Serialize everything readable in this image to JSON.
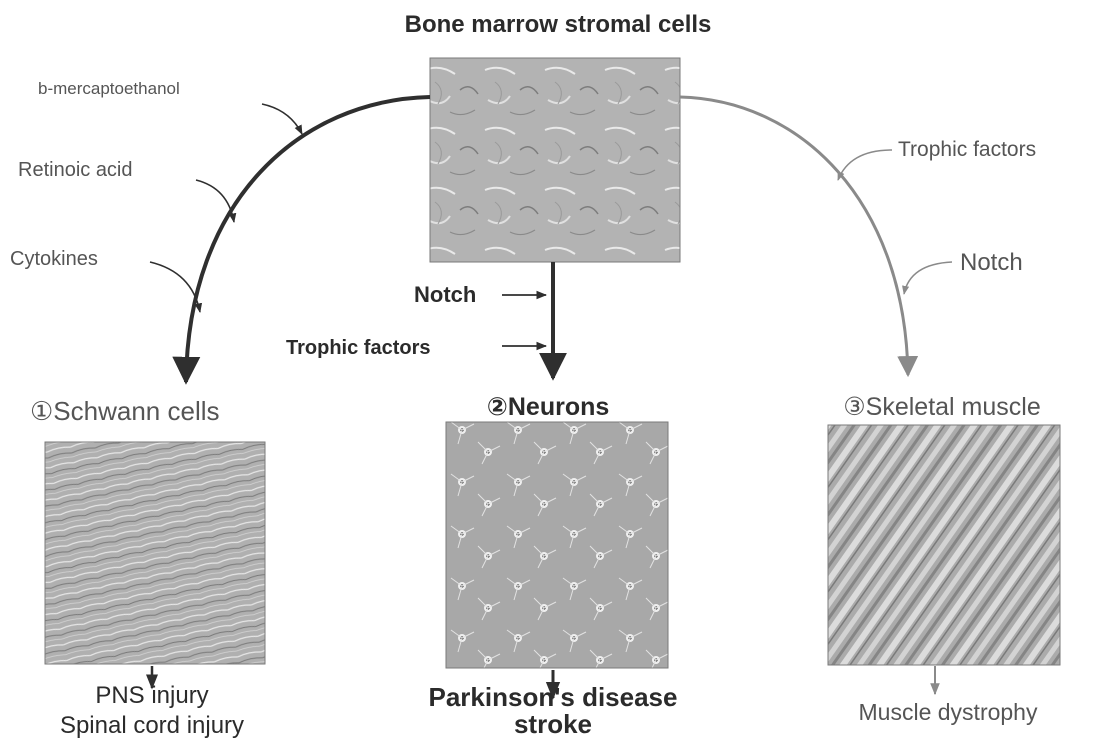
{
  "title": "Bone marrow stromal cells",
  "left_branch": {
    "factors": [
      "b-mercaptoethanol",
      "Retinoic acid",
      "Cytokines"
    ],
    "target": "①Schwann cells",
    "outcomes": [
      "PNS injury",
      "Spinal cord injury"
    ]
  },
  "center_branch": {
    "factors": [
      "Notch",
      "Trophic factors"
    ],
    "target": "②Neurons",
    "outcomes": [
      "Parkinson's disease",
      "stroke"
    ]
  },
  "right_branch": {
    "factors": [
      "Trophic factors",
      "Notch"
    ],
    "target": "③Skeletal muscle",
    "outcomes": [
      "Muscle dystrophy"
    ]
  },
  "colors": {
    "dark_arrow": "#2f2f2f",
    "light_arrow": "#8a8a8a",
    "micrograph_bg": "#a9a9a9"
  },
  "images": {
    "source": "bmsc-micrograph",
    "schwann": "schwann-cells-micrograph",
    "neurons": "neurons-micrograph",
    "muscle": "skeletal-muscle-micrograph"
  }
}
